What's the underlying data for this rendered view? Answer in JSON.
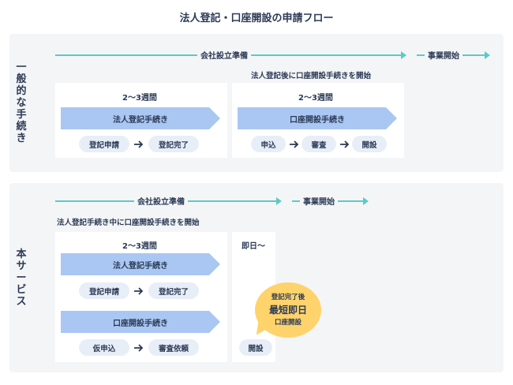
{
  "title": "法人登記・口座開設の申請フロー",
  "general": {
    "label": "一般的な手続き",
    "timeline_prep": "会社設立準備",
    "timeline_start": "事業開始",
    "note": "法人登記後に口座開設手続きを開始",
    "card_left": {
      "period": "2〜3週間",
      "bar": "法人登記手続き",
      "steps": [
        "登記申請",
        "登記完了"
      ]
    },
    "card_right": {
      "period": "2〜3週間",
      "bar": "口座開設手続き",
      "steps": [
        "申込",
        "審査",
        "開設"
      ]
    }
  },
  "service": {
    "label": "本サービス",
    "timeline_prep": "会社設立準備",
    "timeline_start": "事業開始",
    "note": "法人登記手続き中に口座開設手続きを開始",
    "card_left": {
      "period": "2〜3週間",
      "bar1": "法人登記手続き",
      "steps1": [
        "登記申請",
        "登記完了"
      ],
      "bar2": "口座開設手続き",
      "steps2": [
        "仮申込",
        "審査依頼"
      ]
    },
    "card_right": {
      "period": "即日〜",
      "step": "開設"
    },
    "bubble": {
      "line1": "登記完了後",
      "line2": "最短即日",
      "line3": "口座開設"
    }
  },
  "colors": {
    "timeline": "#5ccac6",
    "bar": "#a9c7f2",
    "pill": "#e8eef8",
    "bubble": "#ffd36b",
    "section_bg": "#f4f5f7"
  }
}
